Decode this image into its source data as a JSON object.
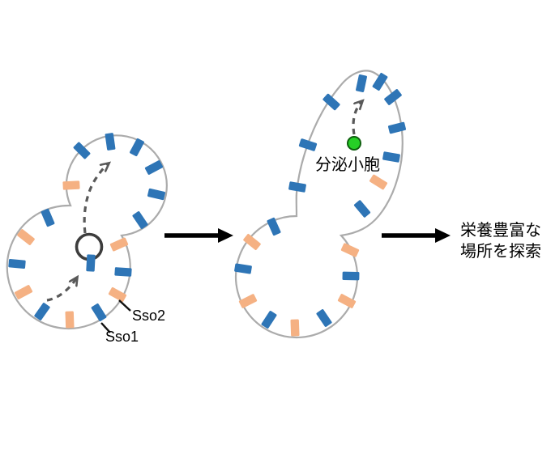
{
  "labels": {
    "sso2": "Sso2",
    "sso1": "Sso1",
    "vesicle": "分泌小胞",
    "outcome_line1": "栄養豊富な",
    "outcome_line2": "場所を探索"
  },
  "colors": {
    "sso1_tick_blue": "#2E75B6",
    "sso2_tick_orange": "#F5B183",
    "membrane_gray": "#ABABAB",
    "dashed_arrow_gray": "#595959",
    "vesicle_green": "#26CF26",
    "solid_arrow_black": "#000000",
    "text_black": "#000000"
  },
  "cells": {
    "left_budding_cell": {
      "description_ticks": "membrane protein ticks: [x, y, rotation_deg, b=Sso1-blue / o=Sso2-orange]",
      "ticks": [
        [
          101,
          186,
          -45,
          "b"
        ],
        [
          136,
          175,
          -8,
          "b"
        ],
        [
          169,
          182,
          28,
          "b"
        ],
        [
          190,
          207,
          62,
          "b"
        ],
        [
          193,
          240,
          103,
          "b"
        ],
        [
          173,
          272,
          146,
          "b"
        ],
        [
          88,
          229,
          -93,
          "o"
        ],
        [
          59,
          269,
          -23,
          "b"
        ],
        [
          32,
          293,
          -52,
          "o"
        ],
        [
          21,
          326,
          -85,
          "b"
        ],
        [
          29,
          361,
          -118,
          "o"
        ],
        [
          52,
          385,
          -145,
          "b"
        ],
        [
          86,
          395,
          178,
          "o"
        ],
        [
          122,
          386,
          148,
          "b"
        ],
        [
          145,
          364,
          119,
          "o"
        ],
        [
          152,
          336,
          94,
          "b"
        ],
        [
          147,
          302,
          66,
          "o"
        ],
        [
          112,
          325,
          3,
          "b"
        ]
      ]
    },
    "middle_elongated_cell": {
      "ticks": [
        [
          446,
          103,
          12,
          "b"
        ],
        [
          469,
          101,
          32,
          "b"
        ],
        [
          485,
          120,
          52,
          "b"
        ],
        [
          490,
          158,
          76,
          "b"
        ],
        [
          483,
          194,
          100,
          "b"
        ],
        [
          467,
          225,
          122,
          "o"
        ],
        [
          447,
          258,
          140,
          "b"
        ],
        [
          409,
          126,
          -48,
          "b"
        ],
        [
          380,
          179,
          -72,
          "b"
        ],
        [
          367,
          231,
          100,
          "b"
        ],
        [
          432,
          309,
          115,
          "o"
        ],
        [
          433,
          341,
          91,
          "b"
        ],
        [
          428,
          372,
          118,
          "o"
        ],
        [
          400,
          393,
          146,
          "b"
        ],
        [
          364,
          405,
          178,
          "o"
        ],
        [
          332,
          395,
          -147,
          "b"
        ],
        [
          306,
          372,
          -117,
          "o"
        ],
        [
          300,
          332,
          -81,
          "b"
        ],
        [
          311,
          299,
          -51,
          "o"
        ],
        [
          338,
          280,
          -24,
          "b"
        ]
      ]
    }
  }
}
